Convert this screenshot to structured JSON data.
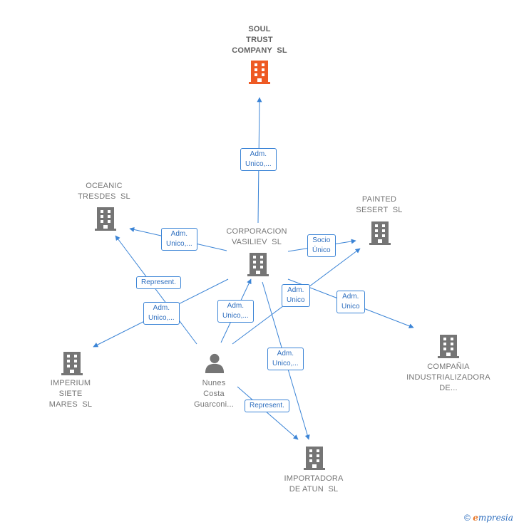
{
  "nodes": [
    {
      "id": "soul",
      "type": "company",
      "highlight": true,
      "label": "SOUL\nTRUST\nCOMPANY  SL"
    },
    {
      "id": "corp",
      "type": "company",
      "label": "CORPORACION\nVASILIEV  SL"
    },
    {
      "id": "oceanic",
      "type": "company",
      "label": "OCEANIC\nTRESDES  SL"
    },
    {
      "id": "painted",
      "type": "company",
      "label": "PAINTED\nSESERT  SL"
    },
    {
      "id": "imperium",
      "type": "company",
      "label": "IMPERIUM\nSIETE\nMARES  SL"
    },
    {
      "id": "person",
      "type": "person",
      "label": "Nunes\nCosta\nGuarconi..."
    },
    {
      "id": "compania",
      "type": "company",
      "label": "COMPAÑIA\nINDUSTRIALIZADORA\nDE..."
    },
    {
      "id": "importadora",
      "type": "company",
      "label": "IMPORTADORA\nDE ATUN  SL"
    }
  ],
  "relations": [
    {
      "from": "corp",
      "to": "soul",
      "label": "Adm.\nUnico,..."
    },
    {
      "from": "corp",
      "to": "oceanic",
      "label": "Adm.\nUnico,..."
    },
    {
      "from": "corp",
      "to": "painted",
      "label": "Socio\nÚnico"
    },
    {
      "from": "corp",
      "to": "compania",
      "label": "Adm.\nUnico"
    },
    {
      "from": "corp",
      "to": "importadora",
      "label": "Adm.\nUnico,..."
    },
    {
      "from": "corp",
      "to": "imperium",
      "label": "Adm.\nUnico,..."
    },
    {
      "from": "person",
      "to": "oceanic",
      "label": "Represent."
    },
    {
      "from": "person",
      "to": "corp",
      "label": "Adm.\nUnico,..."
    },
    {
      "from": "person",
      "to": "painted",
      "label": "Adm.\nUnico"
    },
    {
      "from": "person",
      "to": "importadora",
      "label": "Represent."
    }
  ],
  "colors": {
    "edge": "#3b84d6",
    "company_icon": "#757575",
    "highlight_icon": "#ee5a24",
    "person_icon": "#757575"
  },
  "footer": {
    "copyright": "©",
    "brand_e": "e",
    "brand_rest": "mpresia"
  }
}
